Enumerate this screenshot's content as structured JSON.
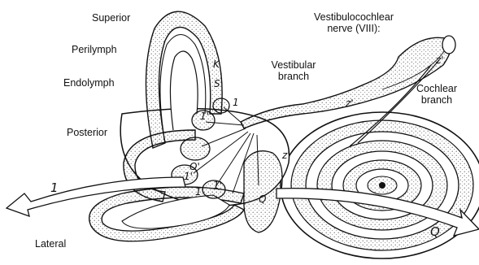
{
  "labels": {
    "superior": "Superior",
    "perilymph": "Perilymph",
    "endolymph": "Endolymph",
    "posterior": "Posterior",
    "lateral": "Lateral",
    "nerve_line1": "Vestibulocochlear",
    "nerve_line2": "nerve (VIII):",
    "vestibular_line1": "Vestibular",
    "vestibular_line2": "branch",
    "cochlear_line1": "Cochlear",
    "cochlear_line2": "branch"
  },
  "annotations": {
    "k": "K",
    "s": "S",
    "one_upper": "1",
    "one_arrow": "1",
    "q_arrow": "Q",
    "q_small": "Q",
    "o_prime": "O'",
    "z_prime_nerve": "z'",
    "z_prime_top": "z'",
    "z_prime_mid": "z'",
    "one_prime_a": "1'",
    "one_prime_b": "1'",
    "one_prime_c": "1'",
    "one_prime_d": "1'"
  },
  "colors": {
    "ink": "#111111",
    "stipple": "#555555",
    "paper": "#ffffff"
  }
}
